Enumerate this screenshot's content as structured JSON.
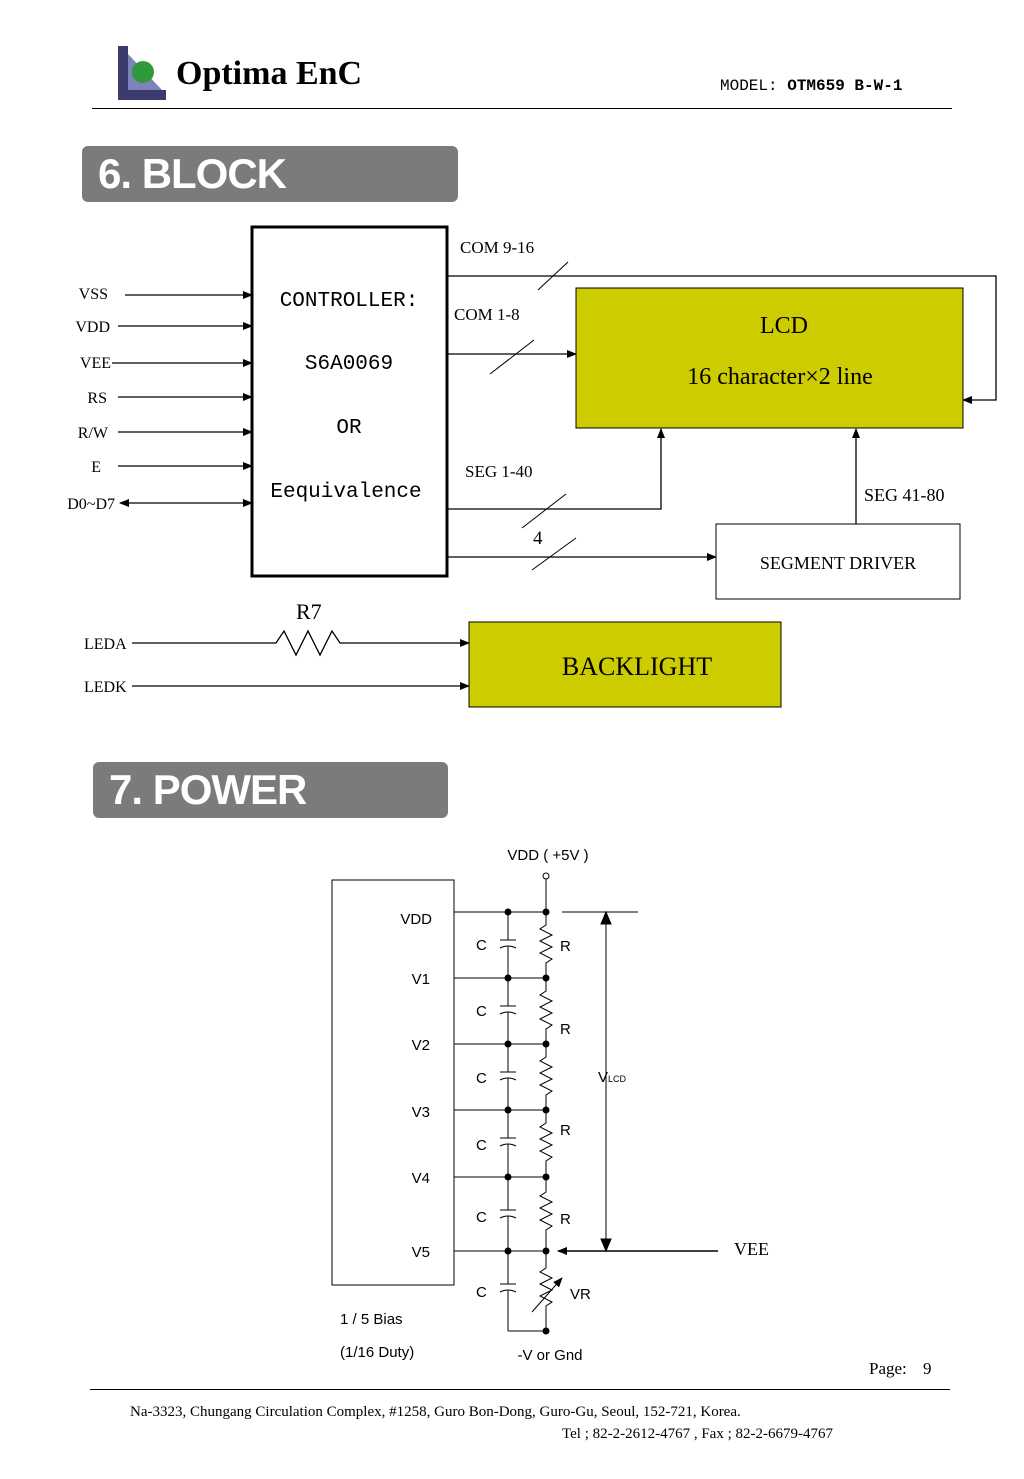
{
  "header": {
    "company": "Optima EnC",
    "model_label": "MODEL:",
    "model_value": "OTM659 B-W-1"
  },
  "section6": {
    "title": "6. BLOCK DIAGRAM",
    "controller_lines": [
      "CONTROLLER:",
      "S6A0069",
      "OR",
      "Eequivalence"
    ],
    "pins": [
      "VSS",
      "VDD",
      "VEE",
      "RS",
      "R/W",
      "E",
      "D0~D7"
    ],
    "com_9_16": "COM 9-16",
    "com_1_8": "COM 1-8",
    "seg_1_40": "SEG 1-40",
    "seg_41_80": "SEG 41-80",
    "bus_width": "4",
    "lcd_title": "LCD",
    "lcd_subtitle": "16 character×2 line",
    "segment_driver": "SEGMENT DRIVER",
    "resistor": "R7",
    "leda": "LEDA",
    "ledk": "LEDK",
    "backlight": "BACKLIGHT",
    "colors": {
      "fill": "#cccc00"
    }
  },
  "section7": {
    "title": "7. POWER SUPPLY",
    "vdd_supply": "VDD ( +5V )",
    "levels": [
      "VDD",
      "V1",
      "V2",
      "V3",
      "V4",
      "V5"
    ],
    "cap_label": "C",
    "res_label": "R",
    "vr_label": "VR",
    "vlcd": "V",
    "vlcd_sub": "LCD",
    "vee": "VEE",
    "bias": "1 / 5 Bias",
    "duty": "(1/16 Duty)",
    "ground": "-V or Gnd"
  },
  "footer": {
    "page_label": "Page:",
    "page_number": "9",
    "address": "Na-3323, Chungang Circulation Complex, #1258, Guro Bon-Dong, Guro-Gu, Seoul, 152-721, Korea.",
    "contact": "Tel ; 82-2-2612-4767 , Fax ; 82-2-6679-4767"
  }
}
